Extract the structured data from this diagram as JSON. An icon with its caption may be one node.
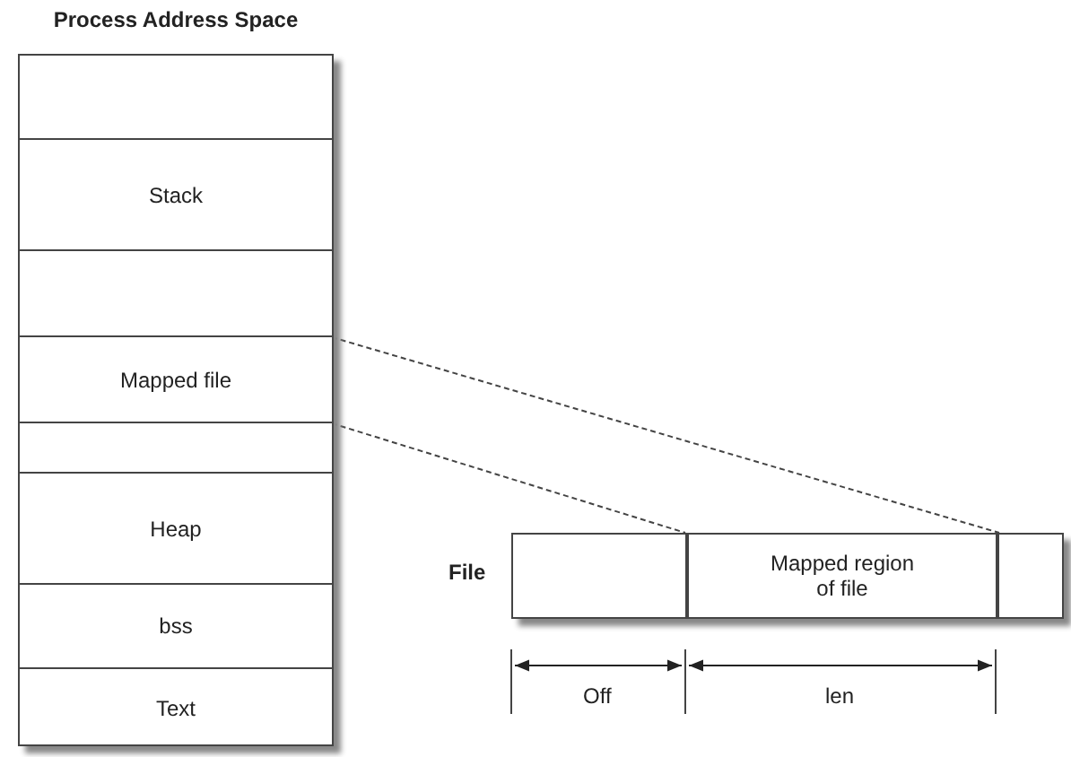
{
  "diagram": {
    "nodes": [
      {
        "text": [
          "Process Address Space"
        ]
      },
      {
        "text": [],
        "shape": "box",
        "in": 0
      },
      {
        "text": [
          "Stack"
        ],
        "in": 0
      },
      {
        "text": [],
        "shape": "box",
        "in": 0
      },
      {
        "text": [
          "Mapped file"
        ],
        "in": 0
      },
      {
        "text": [],
        "shape": "box",
        "in": 0
      },
      {
        "text": [
          "Heap"
        ],
        "in": 0
      },
      {
        "text": [
          "bss"
        ],
        "in": 0
      },
      {
        "text": [
          "Text"
        ],
        "in": 0
      },
      {
        "text": [
          "File"
        ]
      },
      {
        "text": [],
        "shape": "box",
        "in": 9
      },
      {
        "text": [
          "Mapped region of file"
        ],
        "in": 9
      },
      {
        "text": [],
        "shape": "box",
        "in": 9
      }
    ],
    "edges": [
      {
        "from": 4,
        "to": 11,
        "arrow": "none",
        "style": "dashed"
      },
      {
        "from": 4,
        "to": 11,
        "arrow": "none",
        "style": "dashed"
      }
    ],
    "labels": [
      "Off",
      "len"
    ]
  }
}
